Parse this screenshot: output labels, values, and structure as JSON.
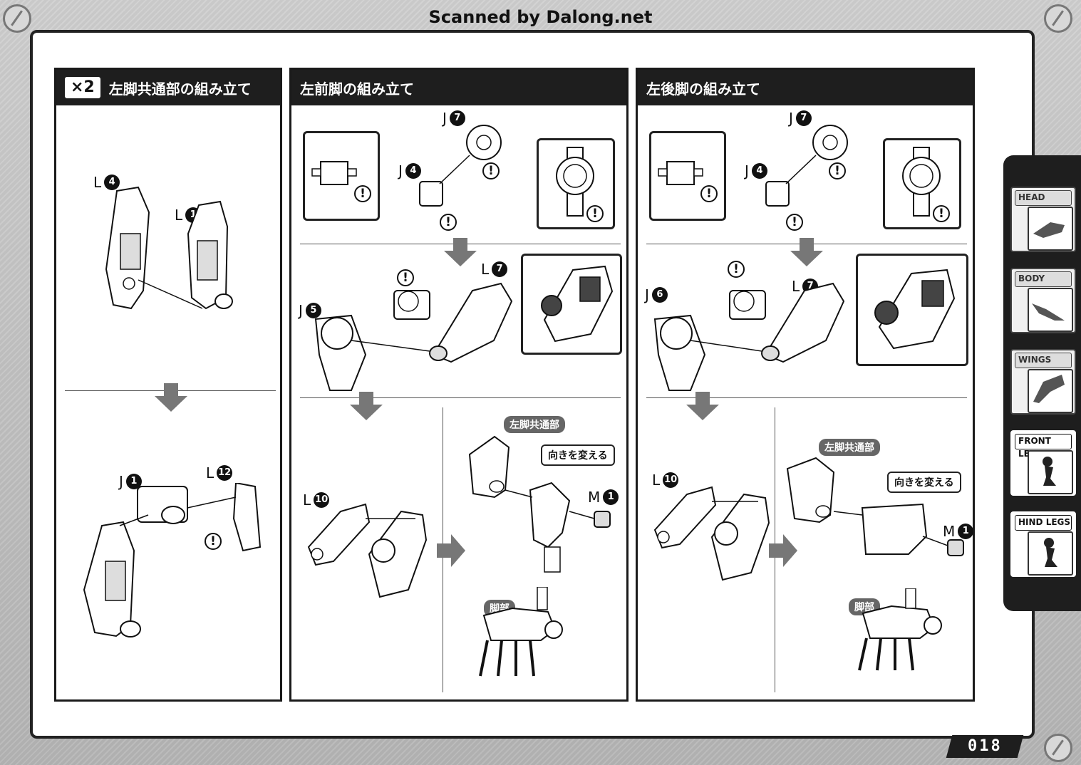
{
  "scan_credit": "Scanned by Dalong.net",
  "page_number": "018",
  "warning_glyph": "!",
  "sections": [
    {
      "multiplier": "×2",
      "title": "左脚共通部の組み立て",
      "step1_parts": [
        {
          "letter": "L",
          "num": "4"
        },
        {
          "letter": "L",
          "num": "1"
        }
      ],
      "step2_parts": [
        {
          "letter": "J",
          "num": "1"
        },
        {
          "letter": "L",
          "num": "12"
        }
      ]
    },
    {
      "title": "左前脚の組み立て",
      "step1_parts": [
        {
          "letter": "J",
          "num": "7"
        },
        {
          "letter": "J",
          "num": "4"
        }
      ],
      "step2_parts": [
        {
          "letter": "L",
          "num": "7"
        },
        {
          "letter": "J",
          "num": "5"
        }
      ],
      "step3_parts": [
        {
          "letter": "L",
          "num": "10"
        },
        {
          "letter": "M",
          "num": "1"
        }
      ],
      "tag_common": "左脚共通部",
      "tag_leg": "脚部",
      "speech": "向きを変える"
    },
    {
      "title": "左後脚の組み立て",
      "step1_parts": [
        {
          "letter": "J",
          "num": "7"
        },
        {
          "letter": "J",
          "num": "4"
        }
      ],
      "step2_parts": [
        {
          "letter": "L",
          "num": "7"
        },
        {
          "letter": "J",
          "num": "6"
        }
      ],
      "step3_parts": [
        {
          "letter": "L",
          "num": "10"
        },
        {
          "letter": "M",
          "num": "1"
        }
      ],
      "tag_common": "左脚共通部",
      "tag_leg": "脚部",
      "speech": "向きを変える"
    }
  ],
  "side_tabs": [
    {
      "label": "HEAD",
      "icon": "head-icon",
      "active": false
    },
    {
      "label": "BODY",
      "icon": "body-icon",
      "active": false
    },
    {
      "label": "WINGS",
      "icon": "wings-icon",
      "active": false
    },
    {
      "label": "FRONT LEGS",
      "icon": "front-legs-icon",
      "active": true
    },
    {
      "label": "HIND LEGS",
      "icon": "hind-legs-icon",
      "active": true
    }
  ]
}
